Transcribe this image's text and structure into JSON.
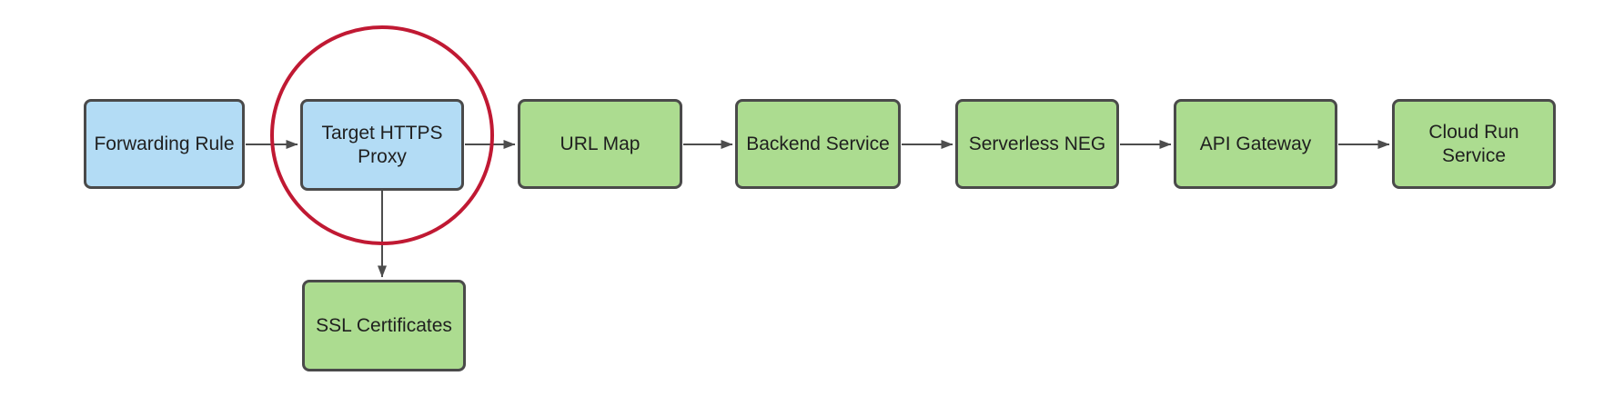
{
  "diagram": {
    "type": "flowchart",
    "background": "#FFFFFF",
    "nodes": [
      {
        "id": "forwarding-rule",
        "label": "Forwarding Rule",
        "fill": "blue",
        "highlighted": false
      },
      {
        "id": "target-https-proxy",
        "label": "Target HTTPS\nProxy",
        "fill": "blue",
        "highlighted": true
      },
      {
        "id": "url-map",
        "label": "URL Map",
        "fill": "green",
        "highlighted": false
      },
      {
        "id": "backend-service",
        "label": "Backend Service",
        "fill": "green",
        "highlighted": false
      },
      {
        "id": "serverless-neg",
        "label": "Serverless NEG",
        "fill": "green",
        "highlighted": false
      },
      {
        "id": "api-gateway",
        "label": "API Gateway",
        "fill": "green",
        "highlighted": false
      },
      {
        "id": "cloud-run-service",
        "label": "Cloud Run\nService",
        "fill": "green",
        "highlighted": false
      },
      {
        "id": "ssl-certificates",
        "label": "SSL Certificates",
        "fill": "green",
        "highlighted": false
      }
    ],
    "edges": [
      {
        "from": "forwarding-rule",
        "to": "target-https-proxy"
      },
      {
        "from": "target-https-proxy",
        "to": "url-map"
      },
      {
        "from": "url-map",
        "to": "backend-service"
      },
      {
        "from": "backend-service",
        "to": "serverless-neg"
      },
      {
        "from": "serverless-neg",
        "to": "api-gateway"
      },
      {
        "from": "api-gateway",
        "to": "cloud-run-service"
      },
      {
        "from": "target-https-proxy",
        "to": "ssl-certificates"
      }
    ],
    "annotation": {
      "shape": "ellipse",
      "target": "target-https-proxy",
      "color": "#C01933"
    },
    "colors": {
      "node_blue": "#B3DCF5",
      "node_green": "#ACDC90",
      "node_border": "#4A4A4A",
      "arrow": "#4D4D4D",
      "highlight_circle": "#C01933",
      "text": "#1F1F1F"
    }
  }
}
